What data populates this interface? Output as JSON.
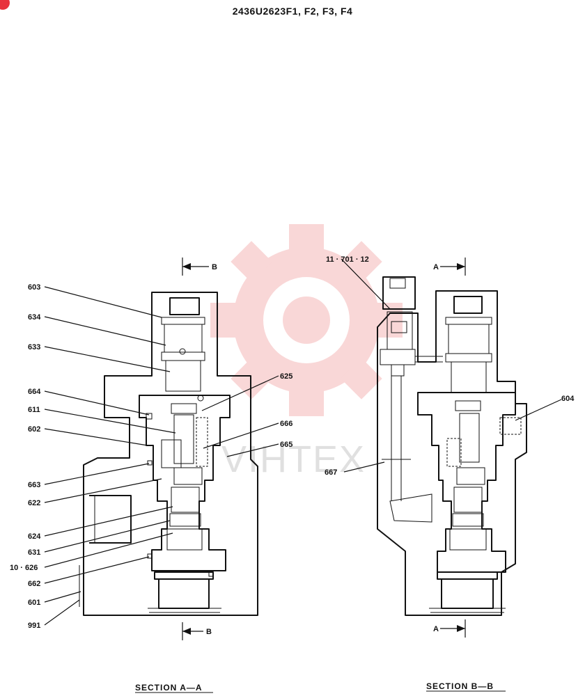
{
  "title": "2436U2623F1, F2, F3, F4",
  "watermark": "VIHTEX",
  "colors": {
    "watermark_gear": "#f5b7b7",
    "corner_mark": "#e8323c",
    "line": "#111111"
  },
  "section_labels": {
    "a": "SECTION A—A",
    "b": "SECTION B—B"
  },
  "cut_marks": {
    "b_top": "B",
    "b_bottom": "B",
    "a_top": "A",
    "a_bottom": "A"
  },
  "part_labels": {
    "p603": "603",
    "p634": "634",
    "p633": "633",
    "p664": "664",
    "p611": "611",
    "p602": "602",
    "p663": "663",
    "p622": "622",
    "p624": "624",
    "p631": "631",
    "p10_626": "10 · 626",
    "p662": "662",
    "p601": "601",
    "p991": "991",
    "p625": "625",
    "p666": "666",
    "p665": "665",
    "p667": "667",
    "p11_701_12": "11 · 701 · 12",
    "p604": "604"
  }
}
